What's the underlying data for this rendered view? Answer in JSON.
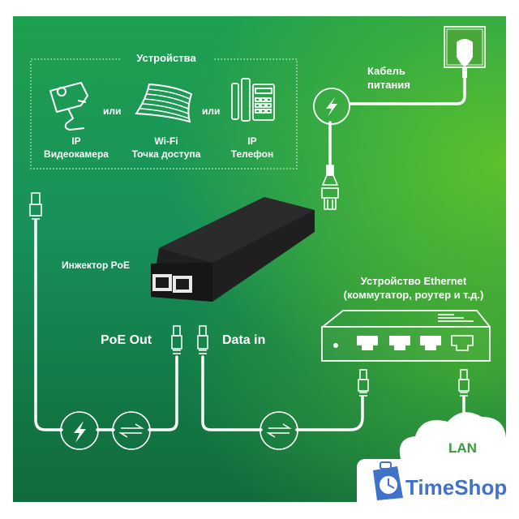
{
  "devices_box": {
    "title": "Устройства",
    "or_label": "или",
    "items": [
      {
        "line1": "IP",
        "line2": "Видеокамера",
        "icon": "ip-camera-icon"
      },
      {
        "line1": "Wi-Fi",
        "line2": "Точка доступа",
        "icon": "wifi-access-point-icon"
      },
      {
        "line1": "IP",
        "line2": "Телефон",
        "icon": "ip-phone-icon"
      }
    ]
  },
  "power_cable": {
    "line1": "Кабель",
    "line2": "питания",
    "icon": "power-outlet-icon"
  },
  "injector": {
    "label": "Инжектор PoE"
  },
  "ports": {
    "poe_out": "PoE Out",
    "data_in": "Data in"
  },
  "ethernet_device": {
    "line1": "Устройство Ethernet",
    "line2": "(коммутатор, роутер и т.д.)"
  },
  "lan": {
    "label": "LAN"
  },
  "logo": {
    "text": "TimeShop"
  },
  "colors": {
    "panel_green_dark": "#116a3c",
    "panel_green_mid": "#17905a",
    "panel_green_light": "#5cc22a",
    "line_white": "#ffffff",
    "device_black": "#1e1e1e",
    "logo_blue": "#3f72c8",
    "lan_text": "#3a9a3e"
  }
}
